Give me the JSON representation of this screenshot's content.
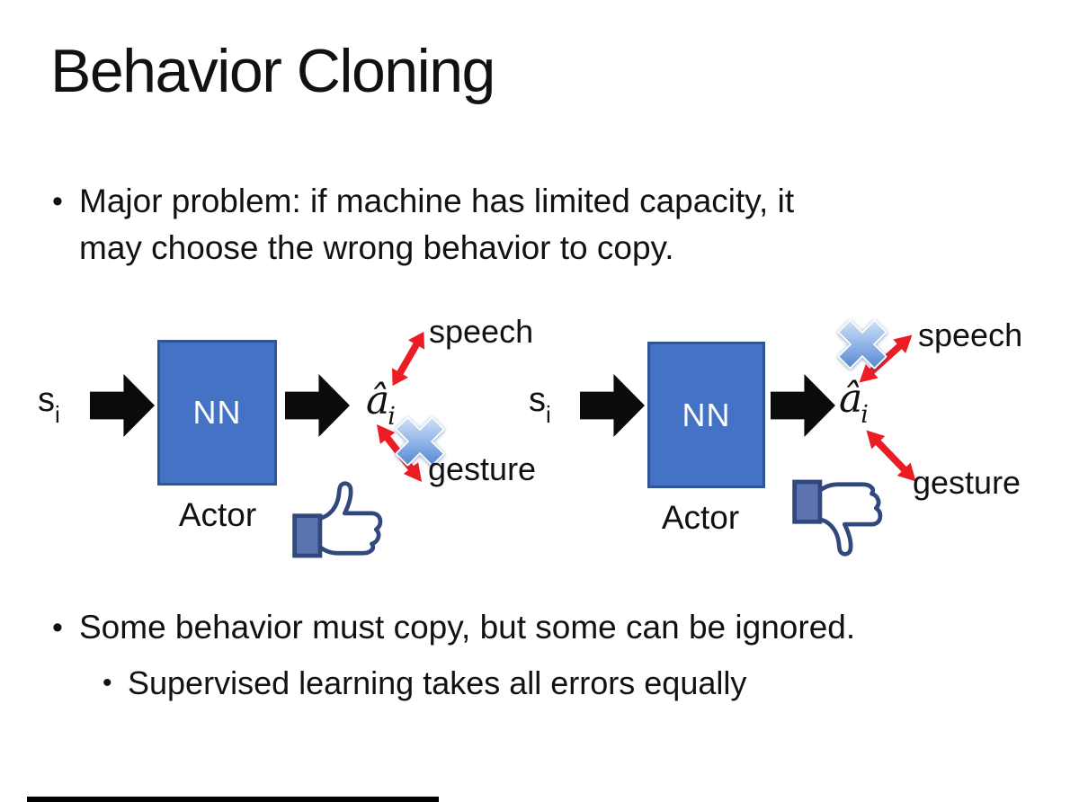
{
  "colors": {
    "bg": "#ffffff",
    "ink": "#111111",
    "box_blue": "#4472c4",
    "box_border": "#2e5596",
    "arrow_black": "#0b0b0b",
    "arrow_red": "#ec1c24",
    "thumb_navy": "#32477e",
    "cuff_blue": "#5b74ae",
    "bar_black": "#000000"
  },
  "ui": {
    "bullet_char": "•"
  },
  "title": "Behavior Cloning",
  "bullet1": {
    "lines": [
      "Major problem: if machine has limited capacity, it",
      "may choose the wrong behavior to copy."
    ]
  },
  "bullet2": {
    "text": "Some behavior must copy, but some can be ignored."
  },
  "bullet2_sub": {
    "text": "Supervised learning takes all errors equally"
  },
  "diagrams": {
    "left": {
      "input": "s",
      "input_sub": "i",
      "network": "NN",
      "caption": "Actor",
      "output": "â",
      "output_sub": "i",
      "speech": "speech",
      "gesture": "gesture",
      "crossed_out": "gesture",
      "feedback_icon": "thumbs-up-icon"
    },
    "right": {
      "input": "s",
      "input_sub": "i",
      "network": "NN",
      "caption": "Actor",
      "output": "â",
      "output_sub": "i",
      "speech": "speech",
      "gesture": "gesture",
      "crossed_out": "speech",
      "feedback_icon": "thumbs-down-icon"
    }
  }
}
